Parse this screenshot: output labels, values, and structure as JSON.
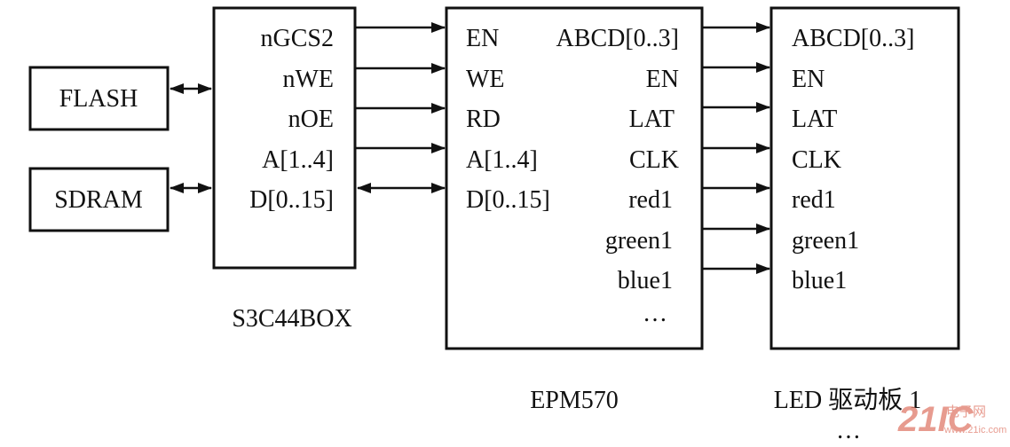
{
  "blocks": {
    "flash": "FLASH",
    "sdram": "SDRAM",
    "s3c44box": {
      "caption": "S3C44BOX",
      "pins": [
        "nGCS2",
        "nWE",
        "nOE",
        "A[1..4]",
        "D[0..15]"
      ]
    },
    "epm570": {
      "caption": "EPM570",
      "left_pins": [
        "EN",
        "WE",
        "RD",
        "A[1..4]",
        "D[0..15]"
      ],
      "right_pins": [
        "ABCD[0..3]",
        "EN",
        "LAT",
        "CLK",
        "red1",
        "green1",
        "blue1",
        "…"
      ]
    },
    "led_board": {
      "caption": "LED 驱动板 1",
      "pins": [
        "ABCD[0..3]",
        "EN",
        "LAT",
        "CLK",
        "red1",
        "green1",
        "blue1"
      ]
    }
  },
  "more_boards": "…",
  "watermark": {
    "brand": "21IC",
    "cn": "电子网",
    "url": "www.21ic.com",
    "color": "#e07a6a"
  },
  "line_color": "#111111"
}
